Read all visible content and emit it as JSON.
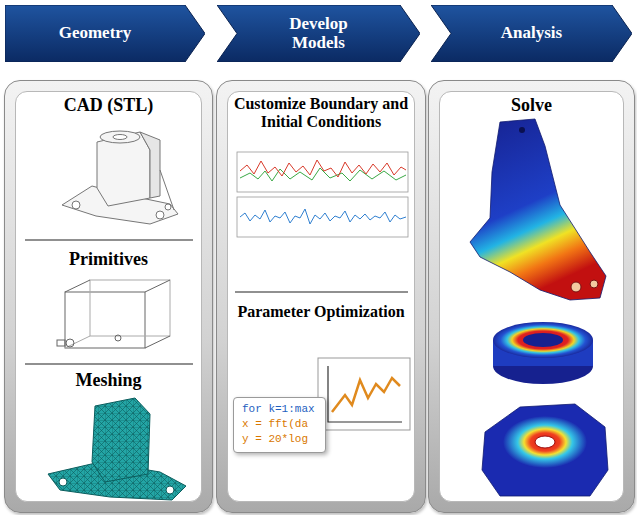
{
  "diagram": {
    "nodes": [
      {
        "text": [
          "Geometry"
        ]
      },
      {
        "text": [
          "Develop Models"
        ]
      },
      {
        "text": [
          "Analysis"
        ]
      },
      {
        "text": [
          "CAD (STL)",
          "Primitives",
          "Meshing"
        ]
      },
      {
        "text": [
          "Customize Boundary and Initial Conditions",
          "Parameter Optimization"
        ]
      },
      {
        "text": [
          "for k=1:max",
          "x = fft(da",
          "y = 20*log"
        ],
        "in": 4
      },
      {
        "text": [
          "Solve"
        ]
      }
    ]
  }
}
